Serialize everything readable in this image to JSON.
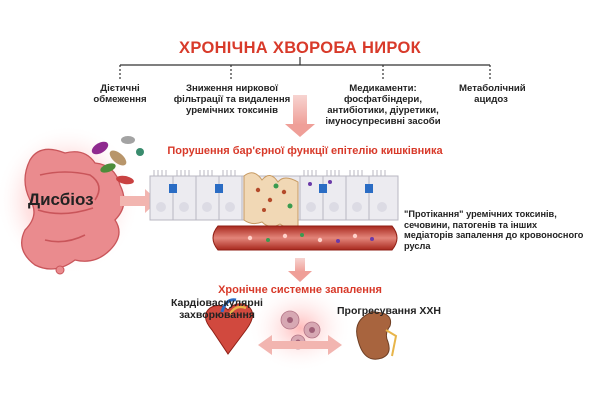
{
  "title": "ХРОНІЧНА ХВОРОБА НИРОК",
  "factors": [
    "Дієтичні обмеження",
    "Зниження ниркової фільтрації та видалення уремічних токсинів",
    "Медикаменти: фосфатбіндери, антибіотики, діуретики, імуносупресивні засоби",
    "Метаболічний ацидоз"
  ],
  "barrier_label": "Порушення бар'єрної функції епітелію кишківника",
  "dysbiosis_label": "Дисбіоз",
  "leak_label": "\"Протікання\" уремічних токсинів, сечовини, патогенів та інших медіаторів запалення до кровоносного русла",
  "inflammation_label": "Хронічне системне запалення",
  "outcomes": {
    "cardio": "Кардіоваскулярні захворювання",
    "ckd": "Прогресування ХХН"
  },
  "colors": {
    "accent_red": "#d83a2a",
    "arrow_pink": "#f2b5b0",
    "blood_vessel": "#c0392b",
    "intestine": "#e8767a",
    "epithelium": "#ecebf0",
    "junction_blue": "#2a6cc4"
  }
}
